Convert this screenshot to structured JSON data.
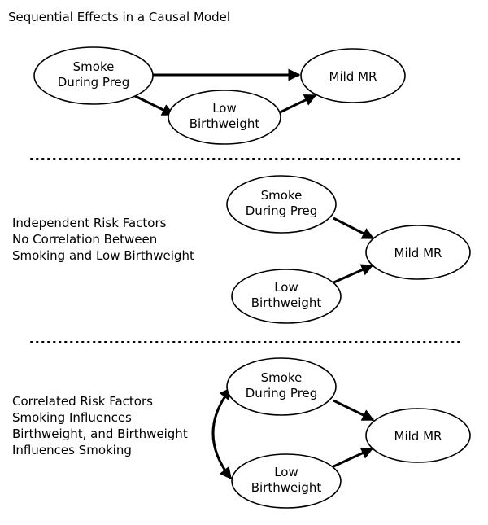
{
  "panels": [
    {
      "title": "Sequential Effects in a Causal Model",
      "nodes": {
        "smoke": [
          "Smoke",
          "During Preg"
        ],
        "lbw": [
          "Low",
          "Birthweight"
        ],
        "mr": [
          "Mild MR"
        ]
      }
    },
    {
      "caption": [
        "Independent Risk Factors",
        "No Correlation Between",
        "Smoking and Low Birthweight"
      ],
      "nodes": {
        "smoke": [
          "Smoke",
          "During Preg"
        ],
        "lbw": [
          "Low",
          "Birthweight"
        ],
        "mr": [
          "Mild MR"
        ]
      }
    },
    {
      "caption": [
        "Correlated Risk Factors",
        "Smoking Influences",
        "Birthweight, and Birthweight",
        "Influences Smoking"
      ],
      "nodes": {
        "smoke": [
          "Smoke",
          "During Preg"
        ],
        "lbw": [
          "Low",
          "Birthweight"
        ],
        "mr": [
          "Mild MR"
        ]
      }
    }
  ]
}
